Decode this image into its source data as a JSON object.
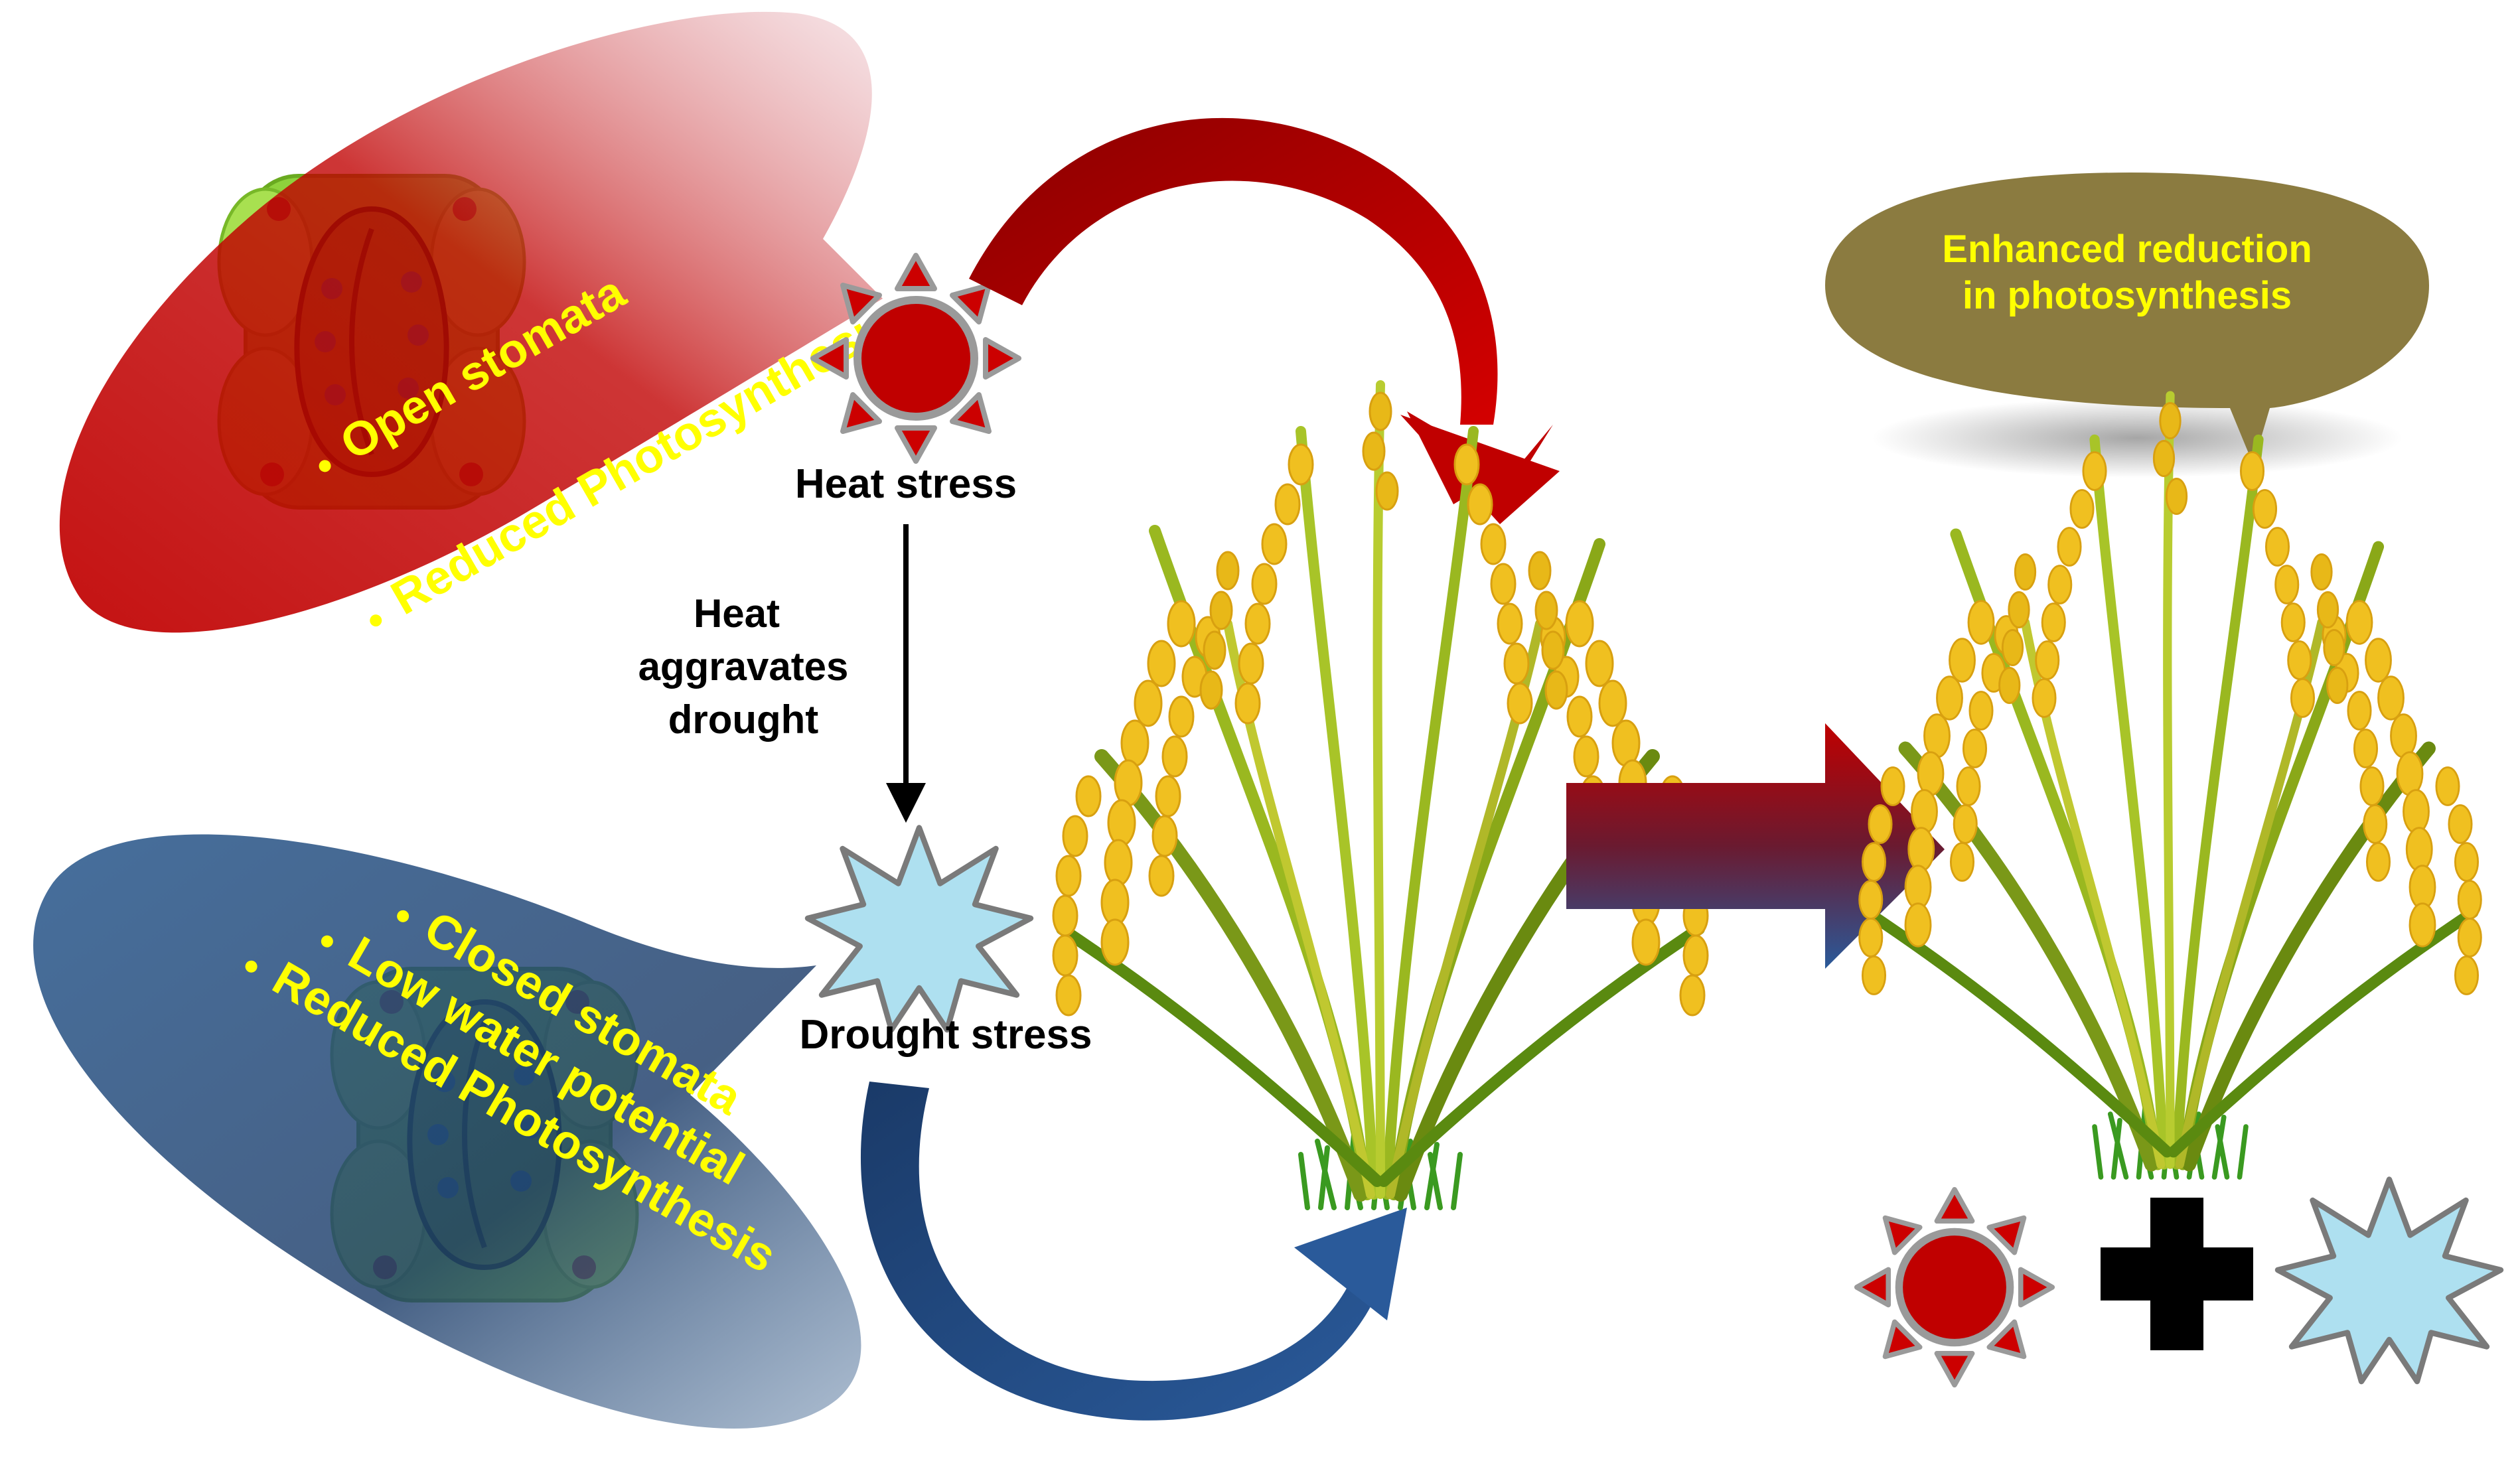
{
  "heat_callout": {
    "bullets": [
      "Open stomata",
      "Reduced Photosynthesis"
    ],
    "color": "#c00000"
  },
  "drought_callout": {
    "bullets": [
      "Closed stomata",
      "Low water potential",
      "Reduced Photosynthesis"
    ],
    "color": "#1f3f6b"
  },
  "heat_stress_label": "Heat stress",
  "drought_stress_label": "Drought stress",
  "aggravation_label": [
    "Heat",
    "aggravates",
    "drought"
  ],
  "result_bubble": {
    "lines": [
      "Enhanced reduction",
      "in photosynthesis"
    ],
    "fill": "#8b7b40",
    "text_color": "#ffff00"
  },
  "colors": {
    "callout_text": "#ffff00",
    "heat_arrow": "#a00000",
    "drought_arrow": "#1f3f6b",
    "sun": "#c00000",
    "sun_rays": "#cc0000",
    "burst": "#aee0f0",
    "burst_outline": "#7a7a7a",
    "plus": "#000000"
  },
  "icons": [
    "sun-icon",
    "drought-burst-icon",
    "rice-plant-icon",
    "plus-icon",
    "stomata-icon"
  ]
}
